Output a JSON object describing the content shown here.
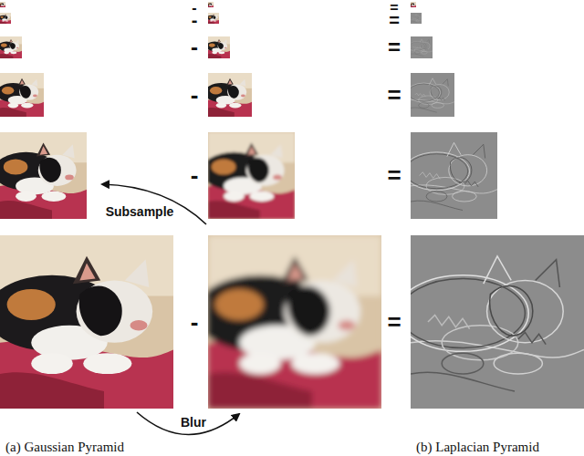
{
  "diagram": {
    "labels": [
      "-",
      "=",
      "-",
      "=",
      "-",
      "=",
      "-",
      "=",
      "-",
      "=",
      "-",
      "=",
      "Subsample",
      "Blur",
      "(a) Gaussian Pyramid",
      "(b) Laplacian Pyramid"
    ]
  }
}
